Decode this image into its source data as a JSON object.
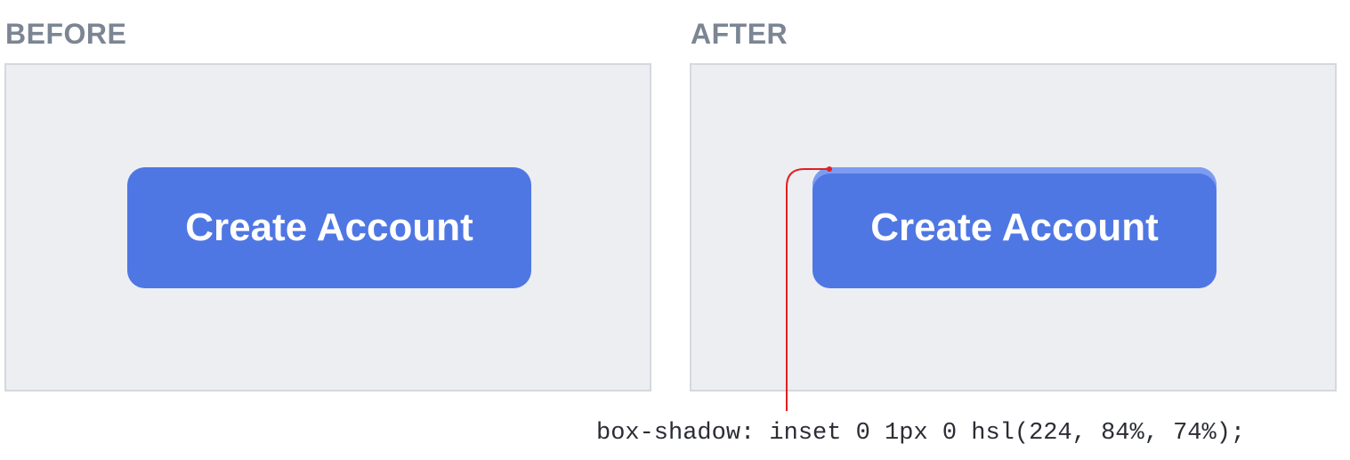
{
  "before": {
    "label": "BEFORE",
    "button_label": "Create Account"
  },
  "after": {
    "label": "AFTER",
    "button_label": "Create Account"
  },
  "annotation": {
    "code": "box-shadow: inset 0 1px 0 hsl(224, 84%, 74%);"
  },
  "colors": {
    "button_bg": "#4f77e3",
    "button_highlight": "#7d9cf0",
    "panel_bg": "#eceef2",
    "panel_border": "#d5d8de",
    "label_text": "#7b8593",
    "annotation_line": "#e02020"
  }
}
